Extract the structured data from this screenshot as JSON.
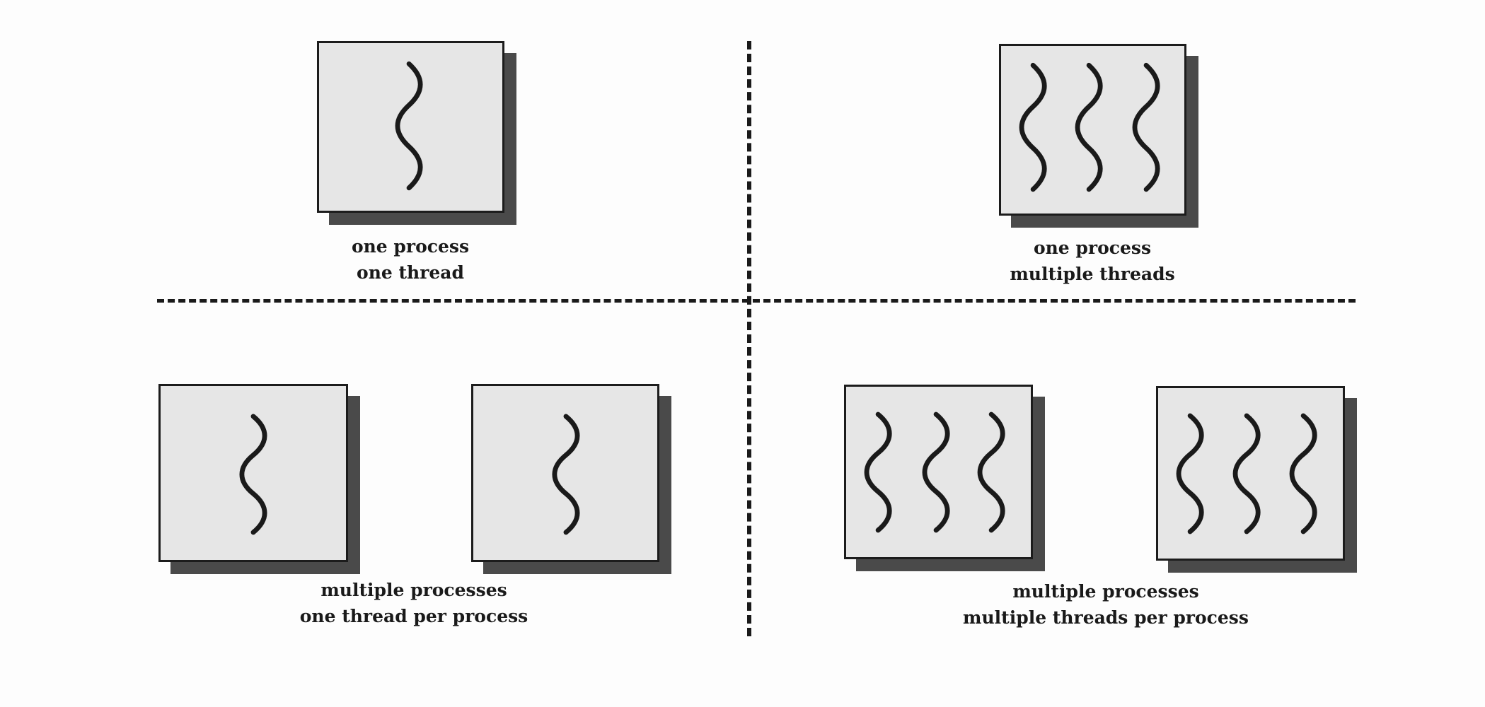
{
  "quadrants": {
    "single_process_single_thread": {
      "caption": {
        "line1": "one process",
        "line2": "one thread"
      }
    },
    "single_process_multi_thread": {
      "caption": {
        "line1": "one process",
        "line2": "multiple threads"
      }
    },
    "multi_process_single_thread": {
      "caption": {
        "line1": "multiple processes",
        "line2": "one thread per process"
      }
    },
    "multi_process_multi_thread": {
      "caption": {
        "line1": "multiple processes",
        "line2": "multiple threads per process"
      }
    }
  },
  "colors": {
    "background": "#fdfdfd",
    "process_fill": "#e6e6e6",
    "process_border": "#1c1c1c",
    "process_shadow": "#4a4a4a",
    "thread_stroke": "#1a1a1a",
    "divider": "#1a1a1a"
  },
  "icons": {
    "process": "process-box-icon",
    "thread": "wavy-thread-icon"
  }
}
